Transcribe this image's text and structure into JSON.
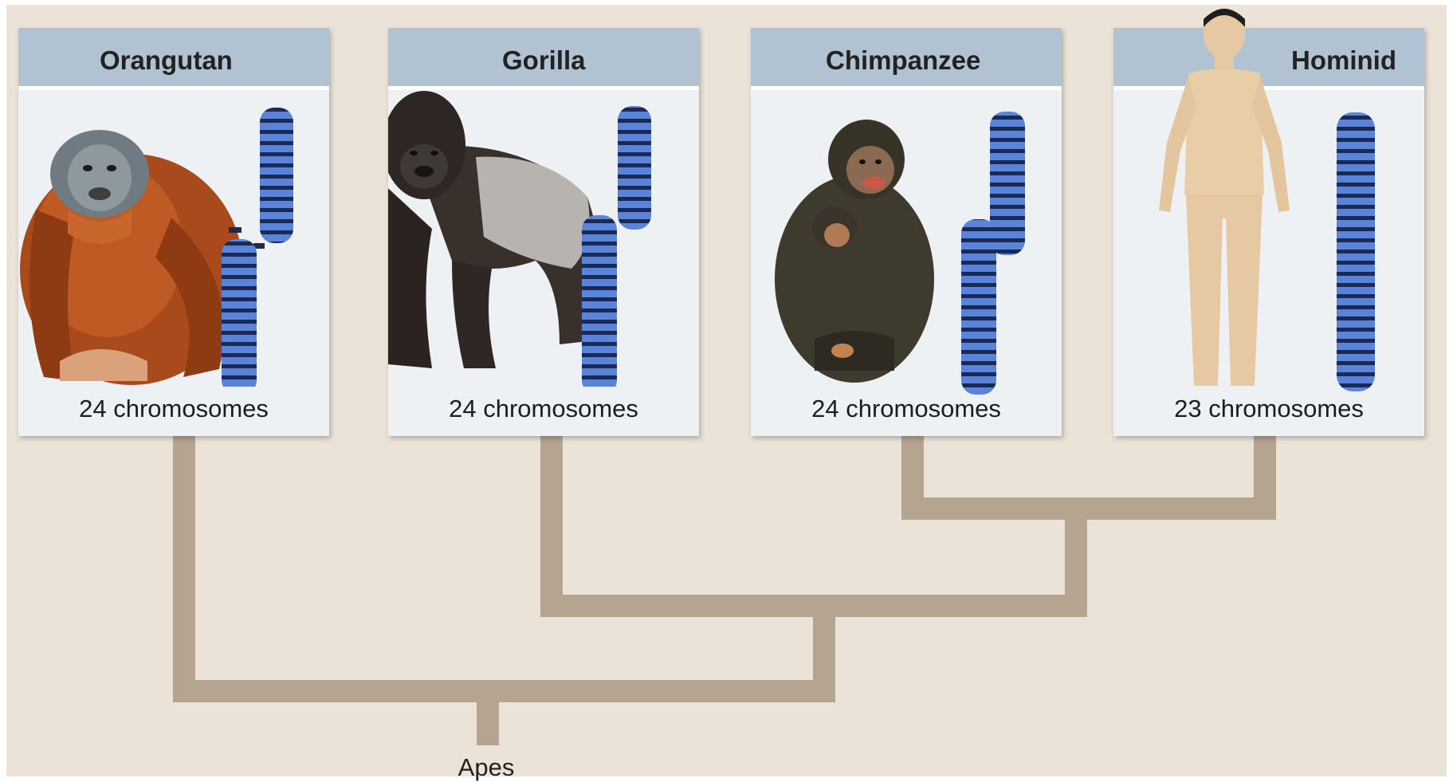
{
  "diagram": {
    "root_label": "Apes",
    "colors": {
      "background": "#ebe3d8",
      "branch": "#b5a490",
      "panel_header": "#b1c2d2",
      "panel_body": "#eef1f4",
      "chromosome_band_light": "#5b84d8",
      "chromosome_band_dark": "#1d2a4d"
    },
    "taxa": [
      {
        "name": "Orangutan",
        "chromosomes": "24 chromosomes",
        "icon": "orangutan-illustration"
      },
      {
        "name": "Gorilla",
        "chromosomes": "24 chromosomes",
        "icon": "gorilla-illustration"
      },
      {
        "name": "Chimpanzee",
        "chromosomes": "24 chromosomes",
        "icon": "chimpanzee-illustration"
      },
      {
        "name": "Hominid",
        "chromosomes": "23 chromosomes",
        "icon": "human-illustration"
      }
    ]
  }
}
